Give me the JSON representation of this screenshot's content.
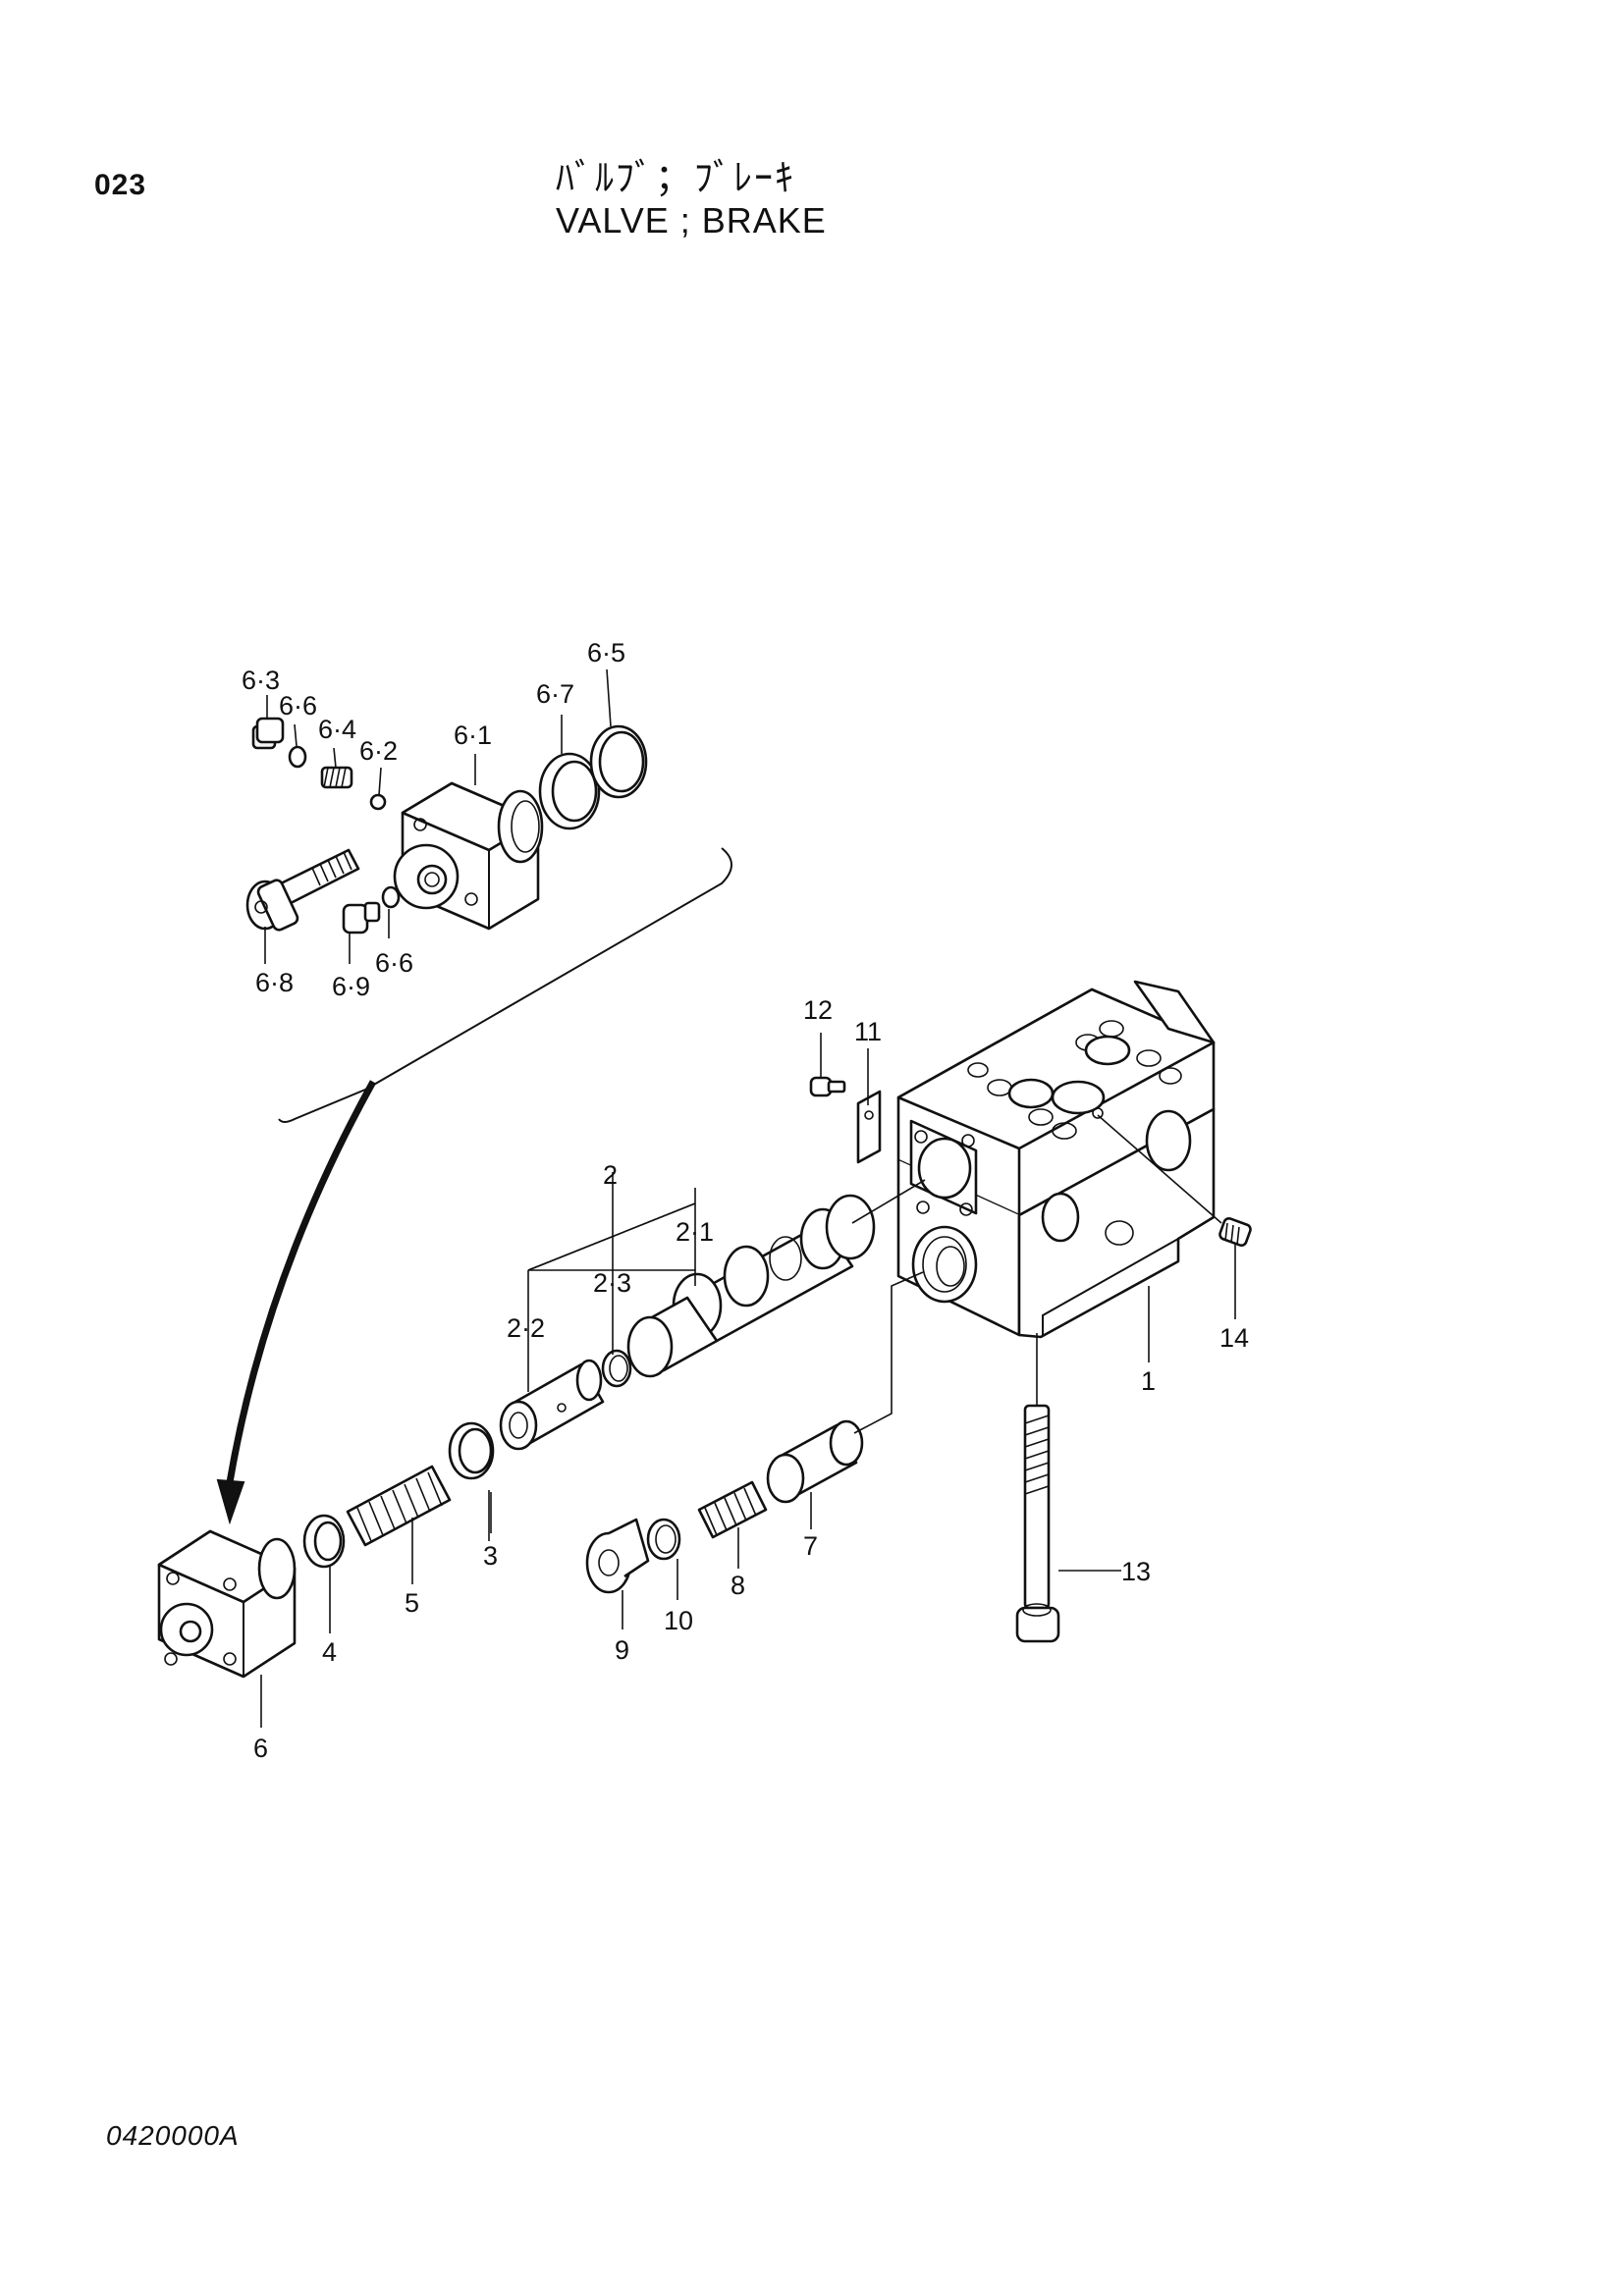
{
  "header": {
    "page_number": "023",
    "title_jp": "ﾊﾞﾙﾌﾞ；ﾌﾞﾚｰｷ",
    "title_en": "VALVE ; BRAKE"
  },
  "footer": {
    "drawing_code": "0420000A"
  },
  "callouts": {
    "p1": "1",
    "p2": "2",
    "p2_1": "2·1",
    "p2_2": "2·2",
    "p2_3": "2·3",
    "p3": "3",
    "p4": "4",
    "p5": "5",
    "p6": "6",
    "p6_1": "6·1",
    "p6_2": "6·2",
    "p6_3": "6·3",
    "p6_4": "6·4",
    "p6_5": "6·5",
    "p6_6a": "6·6",
    "p6_6b": "6·6",
    "p6_7": "6·7",
    "p6_8": "6·8",
    "p6_9": "6·9",
    "p7": "7",
    "p8": "8",
    "p9": "9",
    "p10": "10",
    "p11": "11",
    "p12": "12",
    "p13": "13",
    "p14": "14"
  }
}
